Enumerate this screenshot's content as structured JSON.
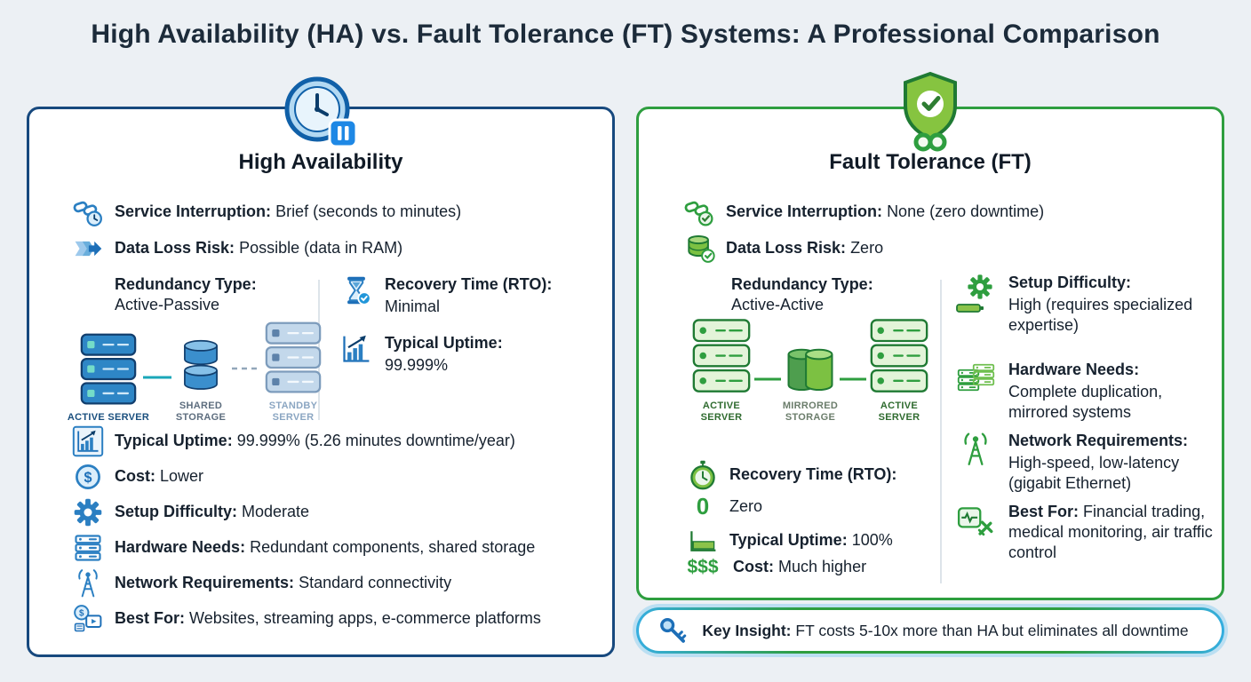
{
  "page": {
    "title": "High Availability (HA) vs. Fault Tolerance (FT) Systems: A Professional Comparison"
  },
  "ha": {
    "title": "High Availability",
    "service_interruption": {
      "label": "Service Interruption:",
      "value": "Brief (seconds to minutes)"
    },
    "data_loss": {
      "label": "Data Loss Risk:",
      "value": "Possible (data in RAM)"
    },
    "redundancy": {
      "label": "Redundancy Type:",
      "value": "Active-Passive"
    },
    "diagram": {
      "node1": "ACTIVE SERVER",
      "node2": "SHARED STORAGE",
      "node3": "STANDBY SERVER"
    },
    "rto": {
      "label": "Recovery Time (RTO):",
      "value": "Minimal"
    },
    "uptime_side": {
      "label": "Typical Uptime:",
      "value": "99.999%"
    },
    "uptime": {
      "label": "Typical Uptime:",
      "value": "99.999% (5.26 minutes downtime/year)"
    },
    "cost": {
      "label": "Cost:",
      "value": "Lower"
    },
    "setup": {
      "label": "Setup Difficulty:",
      "value": "Moderate"
    },
    "hardware": {
      "label": "Hardware Needs:",
      "value": "Redundant components, shared storage"
    },
    "network": {
      "label": "Network Requirements:",
      "value": "Standard connectivity"
    },
    "best_for": {
      "label": "Best For:",
      "value": "Websites, streaming apps, e-commerce platforms"
    }
  },
  "ft": {
    "title": "Fault Tolerance (FT)",
    "service_interruption": {
      "label": "Service Interruption:",
      "value": "None (zero downtime)"
    },
    "data_loss": {
      "label": "Data Loss Risk:",
      "value": "Zero"
    },
    "redundancy": {
      "label": "Redundancy Type:",
      "value": "Active-Active"
    },
    "diagram": {
      "node1": "ACTIVE SERVER",
      "node2": "MIRRORED STORAGE",
      "node3": "ACTIVE SERVER"
    },
    "setup": {
      "label": "Setup Difficulty:",
      "value": "High (requires specialized expertise)"
    },
    "hardware": {
      "label": "Hardware Needs:",
      "value": "Complete duplication, mirrored systems"
    },
    "network": {
      "label": "Network Requirements:",
      "value": "High-speed, low-latency (gigabit Ethernet)"
    },
    "best_for": {
      "label": "Best For:",
      "value": "Financial trading, medical monitoring, air traffic control"
    },
    "rto": {
      "label": "Recovery Time (RTO):",
      "value": "Zero"
    },
    "uptime": {
      "label": "Typical Uptime:",
      "value": "100%"
    },
    "cost": {
      "label": "Cost:",
      "value": "Much higher"
    }
  },
  "key_insight": {
    "label": "Key Insight:",
    "value": "FT costs 5-10x more than HA but eliminates all downtime"
  },
  "glyphs": {
    "zero": "0",
    "dollars": "$$$"
  },
  "colors": {
    "background": "#ecf0f4",
    "ha_accent": "#17497e",
    "ha_icon_blue": "#2b7fc2",
    "ft_accent": "#2e9e3f",
    "ft_light_green": "#8bc34a",
    "key_insight_ring": "#80c9f0"
  }
}
